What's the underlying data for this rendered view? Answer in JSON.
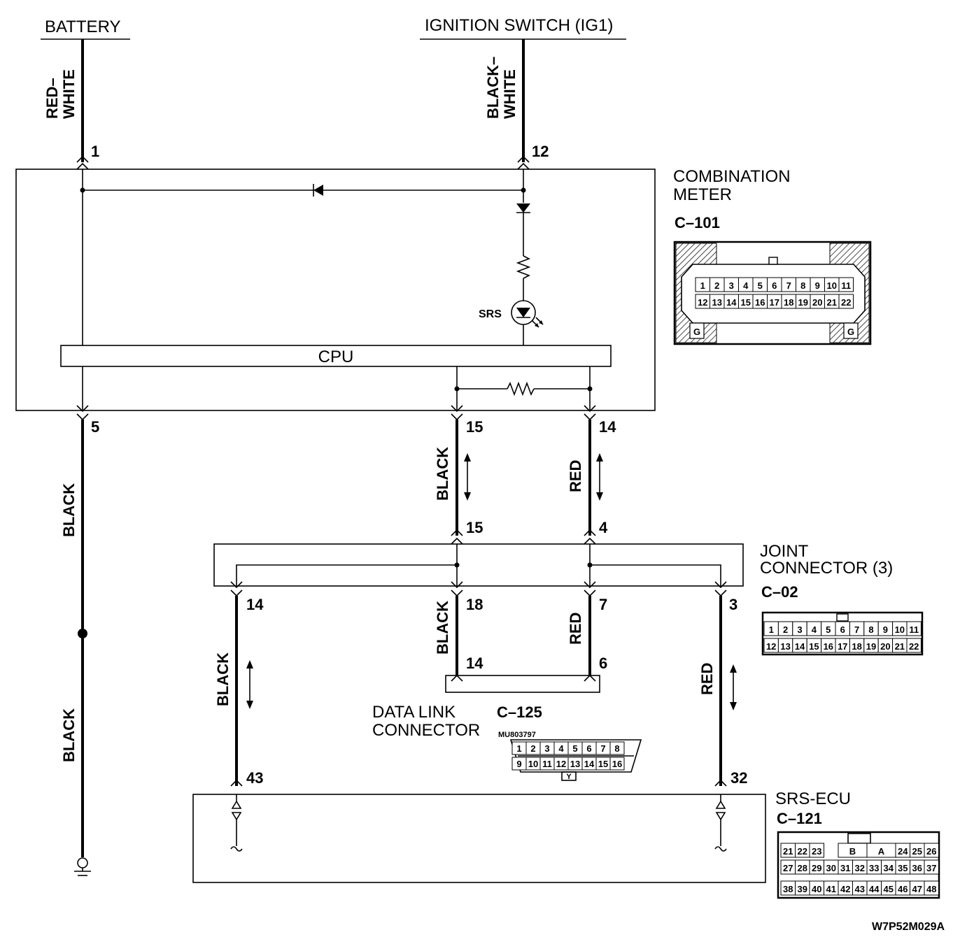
{
  "sources": {
    "battery": "BATTERY",
    "ignition": "IGNITION SWITCH (IG1)"
  },
  "combination_meter": {
    "name_line1": "COMBINATION",
    "name_line2": "METER",
    "connector_id": "C–101",
    "cpu_label": "CPU",
    "srs_lamp_label": "SRS",
    "pins": {
      "battery": "1",
      "ignition": "12",
      "ground": "5",
      "black_out": "15",
      "red_out": "14"
    },
    "connector_cells_top": [
      "1",
      "2",
      "3",
      "4",
      "5",
      "6",
      "7",
      "8",
      "9",
      "10",
      "11"
    ],
    "connector_cells_bottom": [
      "12",
      "13",
      "14",
      "15",
      "16",
      "17",
      "18",
      "19",
      "20",
      "21",
      "22"
    ],
    "guide_mark": "G"
  },
  "joint_connector": {
    "name_line1": "JOINT",
    "name_line2": "CONNECTOR (3)",
    "connector_id": "C–02",
    "pins": {
      "in_black": "15",
      "in_red": "4",
      "out_black_left": "14",
      "out_black_mid": "18",
      "out_red_mid": "7",
      "out_red_right": "3"
    },
    "connector_cells_top": [
      "1",
      "2",
      "3",
      "4",
      "5",
      "6",
      "7",
      "8",
      "9",
      "10",
      "11"
    ],
    "connector_cells_bottom": [
      "12",
      "13",
      "14",
      "15",
      "16",
      "17",
      "18",
      "19",
      "20",
      "21",
      "22"
    ]
  },
  "data_link_connector": {
    "name_line1": "DATA LINK",
    "name_line2": "CONNECTOR",
    "connector_id": "C–125",
    "part_number": "MU803797",
    "pins": {
      "black": "14",
      "red": "6"
    },
    "connector_cells_top": [
      "1",
      "2",
      "3",
      "4",
      "5",
      "6",
      "7",
      "8"
    ],
    "connector_cells_bottom": [
      "9",
      "10",
      "11",
      "12",
      "13",
      "14",
      "15",
      "16"
    ],
    "key_mark": "Y"
  },
  "srs_ecu": {
    "name": "SRS-ECU",
    "connector_id": "C–121",
    "pins": {
      "black": "43",
      "red": "32"
    },
    "row1": [
      "21",
      "22",
      "23",
      "B",
      "A",
      "24",
      "25",
      "26"
    ],
    "row2": [
      "27",
      "28",
      "29",
      "30",
      "31",
      "32",
      "33",
      "34",
      "35",
      "36",
      "37"
    ],
    "row3": [
      "38",
      "39",
      "40",
      "41",
      "42",
      "43",
      "44",
      "45",
      "46",
      "47",
      "48"
    ]
  },
  "wire_colors": {
    "red_white": [
      "RED–",
      "WHITE"
    ],
    "black_white": [
      "BLACK–",
      "WHITE"
    ],
    "black": "BLACK",
    "red": "RED"
  },
  "diagram_code": "W7P52M029A"
}
